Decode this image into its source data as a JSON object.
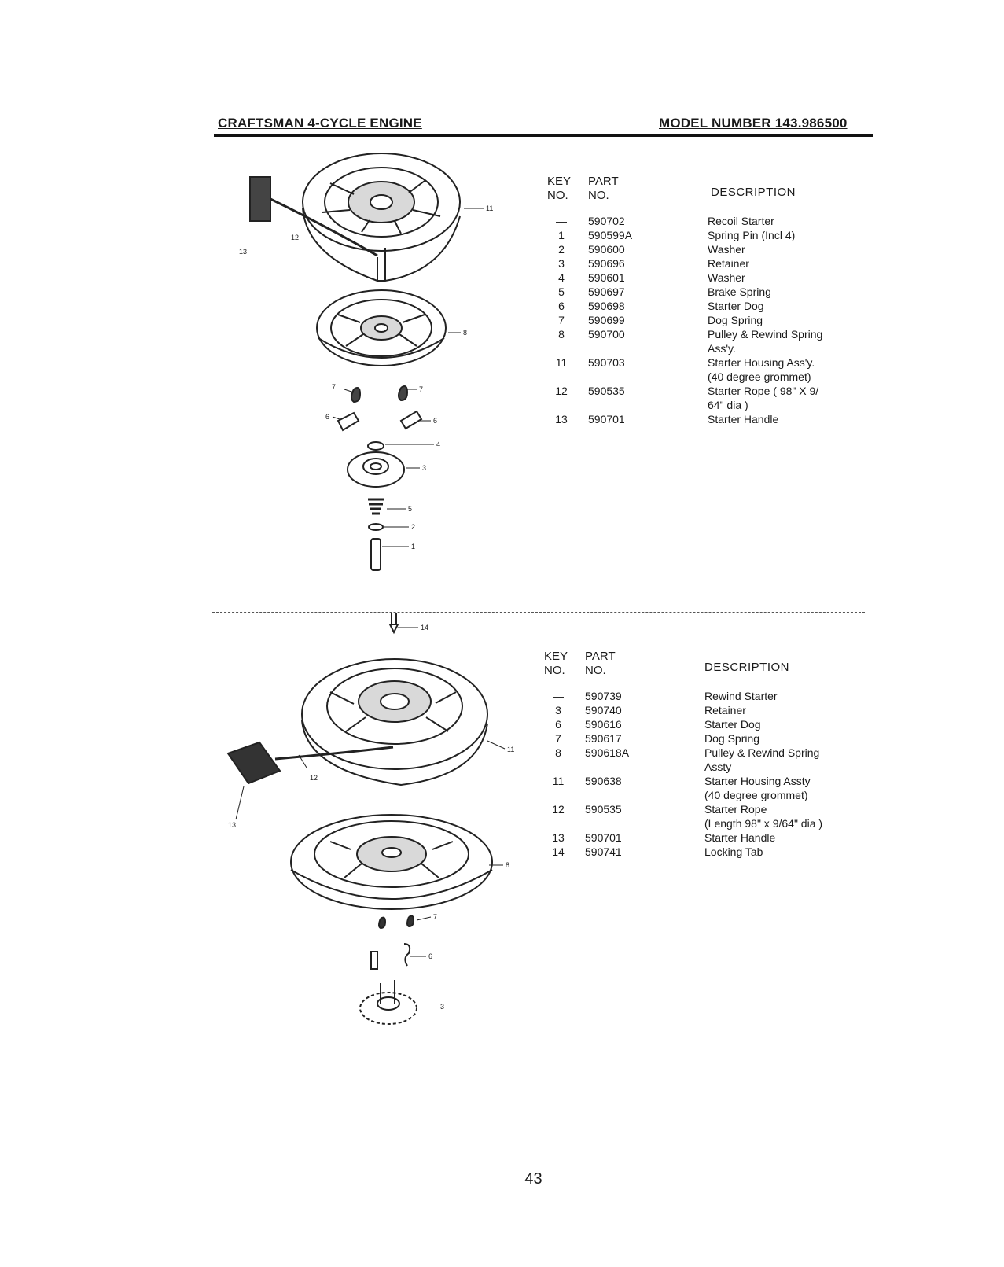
{
  "header": {
    "left": "CRAFTSMAN 4-CYCLE ENGINE",
    "right": "MODEL NUMBER 143.986500"
  },
  "tables": [
    {
      "key_head": [
        "KEY",
        "NO."
      ],
      "part_head": [
        "PART",
        "NO."
      ],
      "desc_head": "DESCRIPTION",
      "rows": [
        {
          "key": "—",
          "part": "590702",
          "desc": [
            "Recoil Starter"
          ]
        },
        {
          "key": "1",
          "part": "590599A",
          "desc": [
            "Spring Pin (Incl 4)"
          ]
        },
        {
          "key": "2",
          "part": "590600",
          "desc": [
            "Washer"
          ]
        },
        {
          "key": "3",
          "part": "590696",
          "desc": [
            "Retainer"
          ]
        },
        {
          "key": "4",
          "part": "590601",
          "desc": [
            "Washer"
          ]
        },
        {
          "key": "5",
          "part": "590697",
          "desc": [
            "Brake Spring"
          ]
        },
        {
          "key": "6",
          "part": "590698",
          "desc": [
            "Starter Dog"
          ]
        },
        {
          "key": "7",
          "part": "590699",
          "desc": [
            "Dog Spring"
          ]
        },
        {
          "key": "8",
          "part": "590700",
          "desc": [
            "Pulley & Rewind Spring",
            "Ass'y."
          ]
        },
        {
          "key": "11",
          "part": "590703",
          "desc": [
            "Starter Housing Ass'y.",
            "(40 degree grommet)"
          ]
        },
        {
          "key": "12",
          "part": "590535",
          "desc": [
            "Starter Rope ( 98\" X 9/",
            "64\" dia )"
          ]
        },
        {
          "key": "13",
          "part": "590701",
          "desc": [
            "Starter Handle"
          ]
        }
      ]
    },
    {
      "key_head": [
        "KEY",
        "NO."
      ],
      "part_head": [
        "PART",
        "NO."
      ],
      "desc_head": "DESCRIPTION",
      "rows": [
        {
          "key": "—",
          "part": "590739",
          "desc": [
            "Rewind Starter"
          ]
        },
        {
          "key": "3",
          "part": "590740",
          "desc": [
            "Retainer"
          ]
        },
        {
          "key": "6",
          "part": "590616",
          "desc": [
            "Starter Dog"
          ]
        },
        {
          "key": "7",
          "part": "590617",
          "desc": [
            "Dog Spring"
          ]
        },
        {
          "key": "8",
          "part": "590618A",
          "desc": [
            "Pulley & Rewind Spring",
            "Assty"
          ]
        },
        {
          "key": "11",
          "part": "590638",
          "desc": [
            "Starter Housing Assty",
            "(40 degree grommet)"
          ]
        },
        {
          "key": "12",
          "part": "590535",
          "desc": [
            "Starter Rope",
            "(Length 98\" x 9/64\" dia )"
          ]
        },
        {
          "key": "13",
          "part": "590701",
          "desc": [
            "Starter Handle"
          ]
        },
        {
          "key": "14",
          "part": "590741",
          "desc": [
            "Locking Tab"
          ]
        }
      ]
    }
  ],
  "diagram_top_callouts": [
    "11",
    "12",
    "13",
    "8",
    "7",
    "7",
    "6",
    "6",
    "4",
    "3",
    "5",
    "2",
    "1"
  ],
  "diagram_bottom_callouts": [
    "14",
    "11",
    "12",
    "13",
    "8",
    "7",
    "6",
    "3"
  ],
  "page_number": "43"
}
